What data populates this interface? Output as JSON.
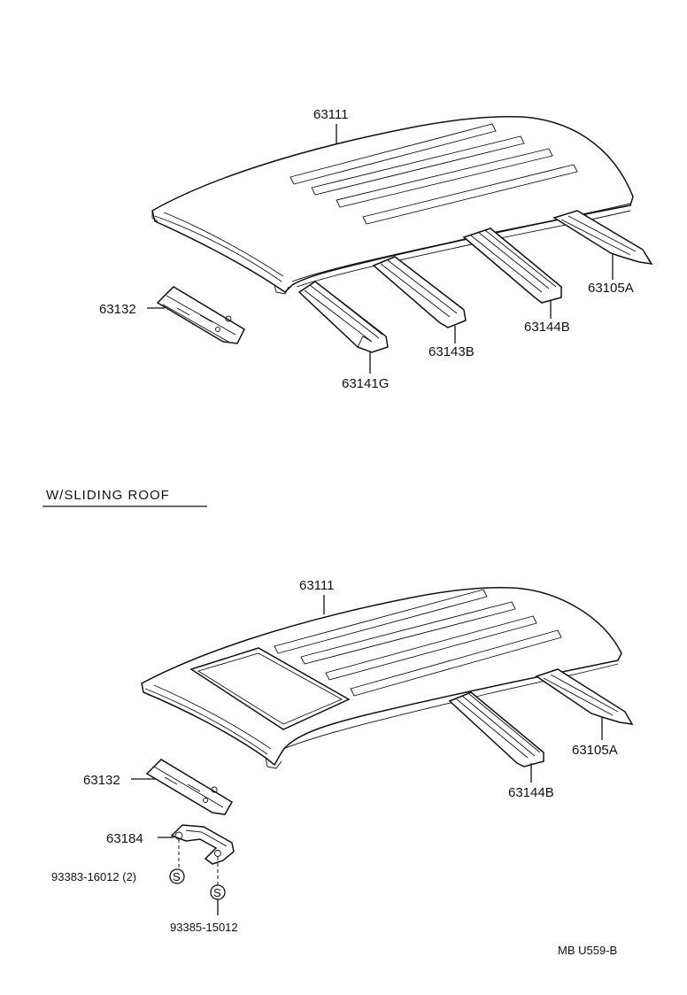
{
  "upper": {
    "roof_panel": "63111",
    "front_header": "63132",
    "bow_1": "63141G",
    "bow_2": "63143B",
    "bow_3": "63144B",
    "rear_header": "63105A"
  },
  "lower": {
    "section_title": "W/SLIDING  ROOF",
    "roof_panel": "63111",
    "front_header": "63132",
    "bracket": "63184",
    "screw_1": "93383-16012 (2)",
    "screw_2": "93385-15012",
    "bow_3": "63144B",
    "rear_header": "63105A",
    "screw_symbol": "S"
  },
  "drawing_code": "MB U559-B"
}
